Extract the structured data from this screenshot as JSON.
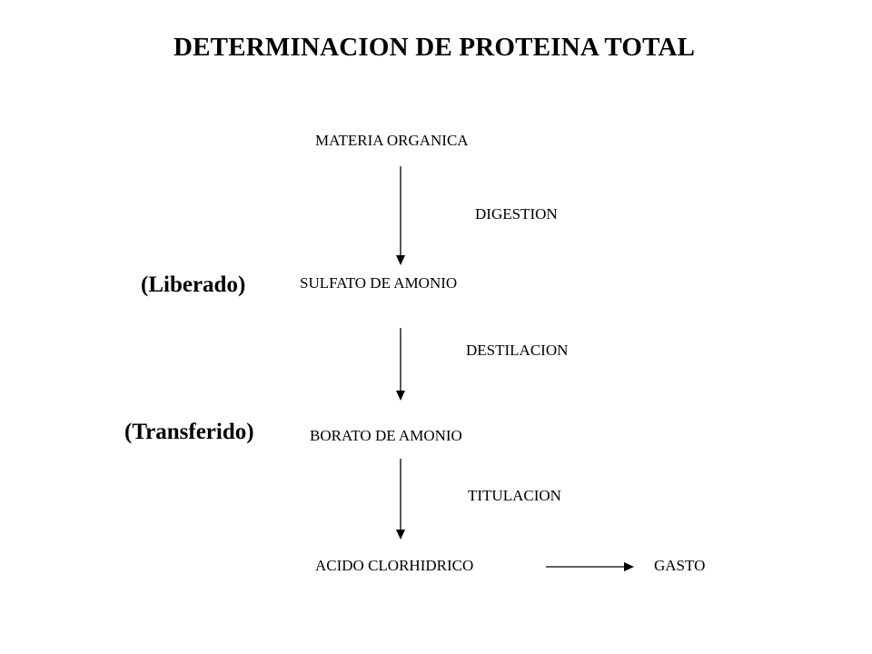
{
  "title": "DETERMINACION  DE PROTEINA TOTAL",
  "nodes": {
    "materia": "MATERIA ORGANICA",
    "sulfato": "SULFATO DE AMONIO",
    "borato": "BORATO DE AMONIO",
    "acido": "ACIDO CLORHIDRICO",
    "gasto": "GASTO"
  },
  "steps": {
    "digestion": "DIGESTION",
    "destilacion": "DESTILACION",
    "titulacion": "TITULACION"
  },
  "side_labels": {
    "liberado": "(Liberado)",
    "transferido": "(Transferido)"
  }
}
